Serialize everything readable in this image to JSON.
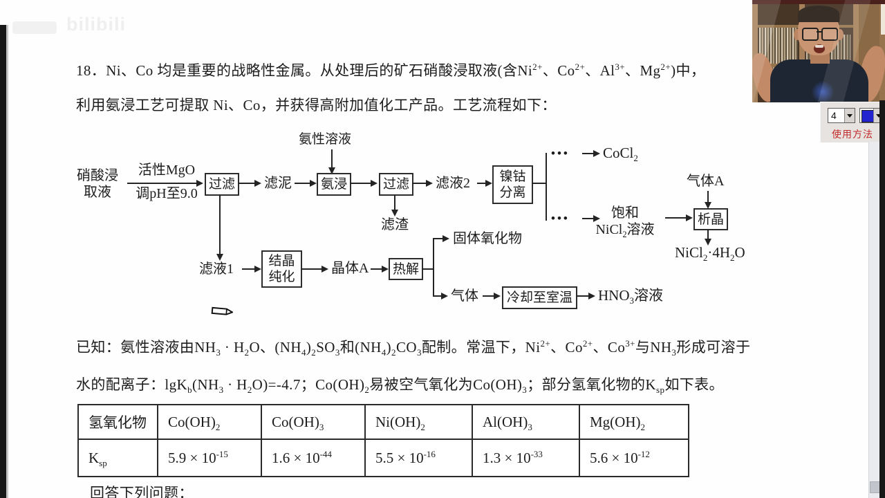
{
  "watermark": {
    "logo": "bilibili"
  },
  "problem": {
    "line1": [
      [
        "t",
        "18．Ni、Co 均是重要的战略性金属。从处理后的矿石硝酸浸取液(含Ni"
      ],
      [
        "sup",
        "2+"
      ],
      [
        "t",
        "、Co"
      ],
      [
        "sup",
        "2+"
      ],
      [
        "t",
        "、Al"
      ],
      [
        "sup",
        "3+"
      ],
      [
        "t",
        "、Mg"
      ],
      [
        "sup",
        "2+"
      ],
      [
        "t",
        ")中，"
      ]
    ],
    "line2": "利用氨浸工艺可提取 Ni、Co，并获得高附加值化工产品。工艺流程如下：",
    "known_line1": [
      [
        "t",
        "已知：氨性溶液由NH"
      ],
      [
        "sub",
        "3"
      ],
      [
        "t",
        " · H"
      ],
      [
        "sub",
        "2"
      ],
      [
        "t",
        "O、(NH"
      ],
      [
        "sub",
        "4"
      ],
      [
        "t",
        ")"
      ],
      [
        "sub",
        "2"
      ],
      [
        "t",
        "SO"
      ],
      [
        "sub",
        "3"
      ],
      [
        "t",
        "和(NH"
      ],
      [
        "sub",
        "4"
      ],
      [
        "t",
        ")"
      ],
      [
        "sub",
        "2"
      ],
      [
        "t",
        "CO"
      ],
      [
        "sub",
        "3"
      ],
      [
        "t",
        "配制。常温下，Ni"
      ],
      [
        "sup",
        "2+"
      ],
      [
        "t",
        "、Co"
      ],
      [
        "sup",
        "2+"
      ],
      [
        "t",
        "、Co"
      ],
      [
        "sup",
        "3+"
      ],
      [
        "t",
        "与NH"
      ],
      [
        "sub",
        "3"
      ],
      [
        "t",
        "形成可溶于"
      ]
    ],
    "known_line2": [
      [
        "t",
        "水的配离子：lgK"
      ],
      [
        "sub",
        "b"
      ],
      [
        "t",
        "(NH"
      ],
      [
        "sub",
        "3"
      ],
      [
        "t",
        " · H"
      ],
      [
        "sub",
        "2"
      ],
      [
        "t",
        "O)=-4.7；Co(OH)"
      ],
      [
        "sub",
        "2"
      ],
      [
        "t",
        "易被空气氧化为Co(OH)"
      ],
      [
        "sub",
        "3"
      ],
      [
        "t",
        "；部分氢氧化物的K"
      ],
      [
        "sub",
        "sp"
      ],
      [
        "t",
        "如下表。"
      ]
    ],
    "answer_prompt": "回答下列问题："
  },
  "flow": {
    "ammonia_label": "氨性溶液",
    "feed_line1": "硝酸浸",
    "feed_line2": "取液",
    "reagent_top": "活性MgO",
    "reagent_bottom": "调pH至9.0",
    "filter1": "过滤",
    "filter_mud": "滤泥",
    "ammonia_leach": "氨浸",
    "filter2": "过滤",
    "filtrate2": "滤液2",
    "nico_sep_l1": "镍钴",
    "nico_sep_l2": "分离",
    "dots": "•••",
    "cocl2": [
      [
        "t",
        "CoCl"
      ],
      [
        "sub",
        "2"
      ]
    ],
    "saturated_l1": "饱和",
    "saturated_l2": [
      [
        "t",
        "NiCl"
      ],
      [
        "sub",
        "2"
      ],
      [
        "t",
        "溶液"
      ]
    ],
    "gas_a": "气体A",
    "crystallize_out": "析晶",
    "nicl2_product": [
      [
        "t",
        "NiCl"
      ],
      [
        "sub",
        "2"
      ],
      [
        "t",
        "·4H"
      ],
      [
        "sub",
        "2"
      ],
      [
        "t",
        "O"
      ]
    ],
    "residue": "滤渣",
    "filtrate1": "滤液1",
    "crystal_purify_l1": "结晶",
    "crystal_purify_l2": "纯化",
    "crystal_a": "晶体A",
    "pyrolysis": "热解",
    "solid_oxide": "固体氧化物",
    "gas": "气体",
    "cool_box": "冷却至室温",
    "hno3": [
      [
        "t",
        "HNO"
      ],
      [
        "sub",
        "3"
      ],
      [
        "t",
        "溶液"
      ]
    ]
  },
  "table": {
    "headers": [
      [
        [
          "t",
          "氢氧化物"
        ]
      ],
      [
        [
          "t",
          "Co(OH)"
        ],
        [
          "sub",
          "2"
        ]
      ],
      [
        [
          "t",
          "Co(OH)"
        ],
        [
          "sub",
          "3"
        ]
      ],
      [
        [
          "t",
          "Ni(OH)"
        ],
        [
          "sub",
          "2"
        ]
      ],
      [
        [
          "t",
          "Al(OH)"
        ],
        [
          "sub",
          "3"
        ]
      ],
      [
        [
          "t",
          "Mg(OH)"
        ],
        [
          "sub",
          "2"
        ]
      ]
    ],
    "row_label": [
      [
        "t",
        "K"
      ],
      [
        "sub",
        "sp"
      ]
    ],
    "values": [
      [
        [
          "t",
          "5.9 × 10"
        ],
        [
          "sup",
          "-15"
        ]
      ],
      [
        [
          "t",
          "1.6 × 10"
        ],
        [
          "sup",
          "-44"
        ]
      ],
      [
        [
          "t",
          "5.5 × 10"
        ],
        [
          "sup",
          "-16"
        ]
      ],
      [
        [
          "t",
          "1.3 × 10"
        ],
        [
          "sup",
          "-33"
        ]
      ],
      [
        [
          "t",
          "5.6 × 10"
        ],
        [
          "sup",
          "-12"
        ]
      ]
    ]
  },
  "panel": {
    "pen_size": "4",
    "pen_color": "#2323cf",
    "usage_label": "使用方法"
  }
}
